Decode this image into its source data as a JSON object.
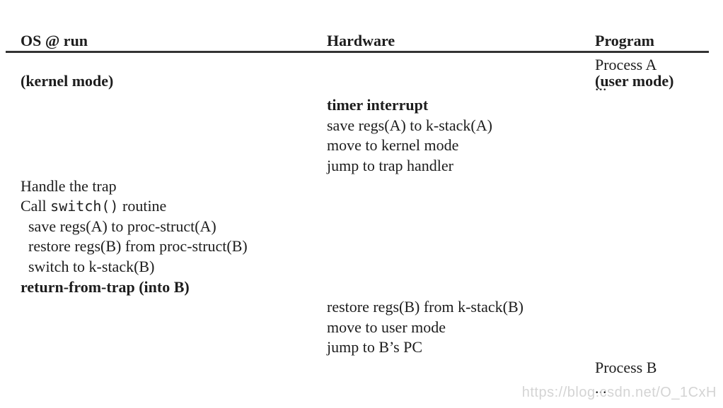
{
  "header": {
    "os_column": {
      "line1": "OS @ run",
      "line2": "(kernel mode)"
    },
    "hardware_column": {
      "line1": "Hardware",
      "line2": ""
    },
    "program_column": {
      "line1": "Program",
      "line2": "(user mode)"
    }
  },
  "rows": [
    {
      "col": 3,
      "text": "Process A"
    },
    {
      "col": 3,
      "text": "..."
    },
    {
      "col": 2,
      "text": "timer interrupt",
      "bold": true
    },
    {
      "col": 2,
      "text": "save regs(A) to k-stack(A)"
    },
    {
      "col": 2,
      "text": "move to kernel mode"
    },
    {
      "col": 2,
      "text": "jump to trap handler"
    },
    {
      "col": 1,
      "text": "Handle the trap"
    },
    {
      "col": 1,
      "segments": {
        "pre": "Call ",
        "code": "switch()",
        "post": " routine"
      }
    },
    {
      "col": 1,
      "text": "save regs(A) to proc-struct(A)",
      "indent": true
    },
    {
      "col": 1,
      "text": "restore regs(B) from proc-struct(B)",
      "indent": true
    },
    {
      "col": 1,
      "text": "switch to k-stack(B)",
      "indent": true
    },
    {
      "col": 1,
      "text": "return-from-trap (into B)",
      "bold": true
    },
    {
      "col": 2,
      "text": "restore regs(B) from k-stack(B)"
    },
    {
      "col": 2,
      "text": "move to user mode"
    },
    {
      "col": 2,
      "text": "jump to B’s PC"
    },
    {
      "col": 3,
      "text": "Process B"
    },
    {
      "col": 3,
      "text": "..."
    }
  ],
  "watermark": {
    "text": "https://blog.csdn.net/O_1CxH"
  },
  "colors": {
    "text": "#1d1d1d",
    "rule": "#333333",
    "watermark": "#d4d4d4",
    "background": "#ffffff"
  }
}
